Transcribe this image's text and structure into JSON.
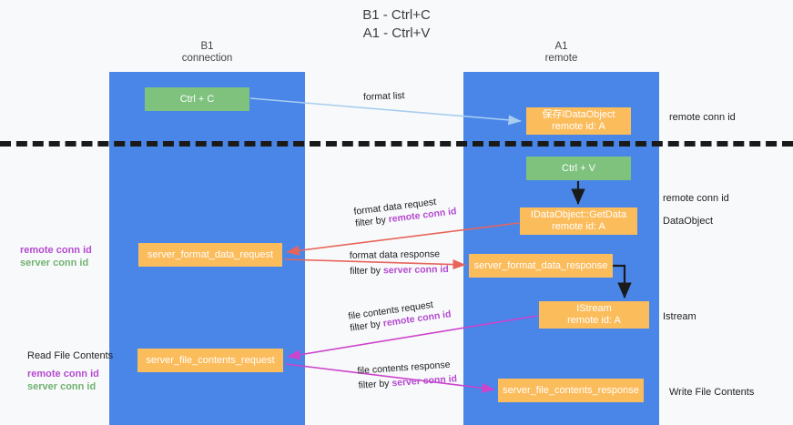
{
  "title": {
    "line1": "B1 - Ctrl+C",
    "line2": "A1 - Ctrl+V"
  },
  "lanes": [
    {
      "name": "B1",
      "sub": "connection"
    },
    {
      "name": "A1",
      "sub": "remote"
    }
  ],
  "boxes": {
    "ctrl_c": "Ctrl + C",
    "ctrl_v": "Ctrl + V",
    "save_dataobject_l1": "保存IDataObject",
    "save_dataobject_l2": "remote id: A",
    "getdata_l1": "IDataObject::GetData",
    "getdata_l2": "remote id: A",
    "istream_l1": "IStream",
    "istream_l2": "remote id: A",
    "server_format_data_request": "server_format_data_request",
    "server_format_data_response": "server_format_data_response",
    "server_file_contents_request": "server_file_contents_request",
    "server_file_contents_response": "server_file_contents_response"
  },
  "edges": {
    "format_list": "format list",
    "format_data_request": "format data request",
    "format_data_request_filter_prefix": "filter by ",
    "format_data_request_filter_key": "remote conn id",
    "format_data_response": "format data response",
    "format_data_response_filter_prefix": "filter by ",
    "format_data_response_filter_key": "server conn id",
    "file_contents_request": "file contents request",
    "file_contents_request_filter_prefix": "filter by ",
    "file_contents_request_filter_key": "remote conn id",
    "file_contents_response": "file contents response",
    "file_contents_response_filter_prefix": "filter by ",
    "file_contents_response_filter_key": "server conn id"
  },
  "annotations": {
    "right_remote_conn_id_top": "remote conn id",
    "right_remote_conn_id_mid": "remote conn id",
    "right_dataobject": "DataObject",
    "right_istream": "Istream",
    "right_write_file_contents": "Write File Contents",
    "left_read_file_contents": "Read File Contents",
    "left_remote_conn_id_1": "remote conn id",
    "left_server_conn_id_1": "server conn id",
    "left_remote_conn_id_2": "remote conn id",
    "left_server_conn_id_2": "server conn id"
  },
  "colors": {
    "lane": "#4a86e8",
    "green_box": "#7ec27e",
    "orange_box": "#fbbc5c",
    "accent_purple": "#b44ad0",
    "accent_green": "#71b271",
    "arrow_lightblue": "#a8cdf0",
    "arrow_red": "#e8645a",
    "arrow_magenta": "#cc44cc",
    "arrow_black": "#1a1a1a",
    "background": "#f8f9fa"
  }
}
